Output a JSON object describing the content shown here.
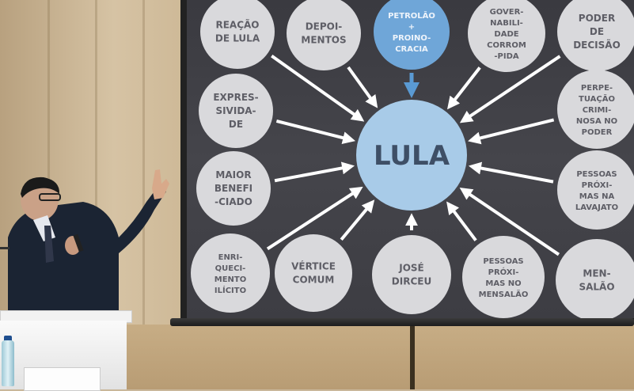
{
  "slide": {
    "center": "LULA",
    "top": [
      "PETROLÃO",
      "+",
      "PROINO-",
      "CRACIA"
    ],
    "nodes": [
      {
        "lines": [
          "REAÇÃO",
          "DE LULA"
        ]
      },
      {
        "lines": [
          "DEPOI-",
          "MENTOS"
        ]
      },
      {
        "lines": [
          "GOVER-",
          "NABILI-",
          "DADE",
          "CORROM",
          "-PIDA"
        ]
      },
      {
        "lines": [
          "PODER",
          "DE",
          "DECISÃO"
        ]
      },
      {
        "lines": [
          "EXPRES-",
          "SIVIDA-",
          "DE"
        ]
      },
      {
        "lines": [
          "PERPE-",
          "TUAÇÃO",
          "CRIMI-",
          "NOSA NO",
          "PODER"
        ]
      },
      {
        "lines": [
          "MAIOR",
          "BENEFI",
          "-CIADO"
        ]
      },
      {
        "lines": [
          "PESSOAS",
          "PRÓXI-",
          "MAS NA",
          "LAVAJATO"
        ]
      },
      {
        "lines": [
          "ENRI-",
          "QUECI-",
          "MENTO",
          "ILÍCITO"
        ]
      },
      {
        "lines": [
          "VÉRTICE",
          "COMUM"
        ]
      },
      {
        "lines": [
          "JOSÉ",
          "DIRCEU"
        ]
      },
      {
        "lines": [
          "PESSOAS",
          "PRÓXI-",
          "MAS NO",
          "MENSALÃO"
        ]
      },
      {
        "lines": [
          "MEN-",
          "SALÃO"
        ]
      }
    ]
  },
  "colors": {
    "bubble": "#d9d9dc",
    "center_fill": "#a8cbe8",
    "top_fill": "#6fa6d8",
    "arrow": "#ffffff",
    "top_arrow": "#5a9ad3"
  }
}
